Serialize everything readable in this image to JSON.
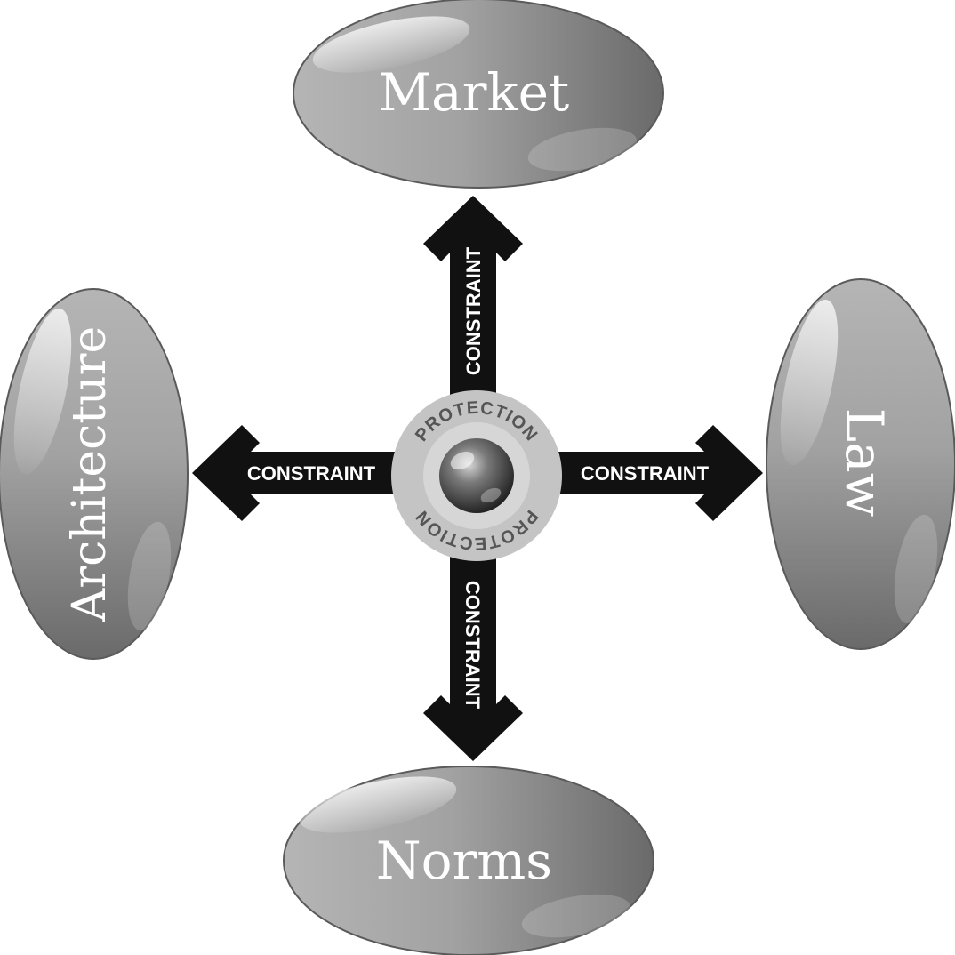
{
  "nodes": {
    "top": "Market",
    "right": "Law",
    "bottom": "Norms",
    "left": "Architecture"
  },
  "arrows": {
    "up": "CONSTRAINT",
    "right": "CONSTRAINT",
    "down": "CONSTRAINT",
    "left": "CONSTRAINT"
  },
  "center": {
    "ring_text_top": "PROTECTION",
    "ring_text_bottom": "PROTECTION"
  }
}
